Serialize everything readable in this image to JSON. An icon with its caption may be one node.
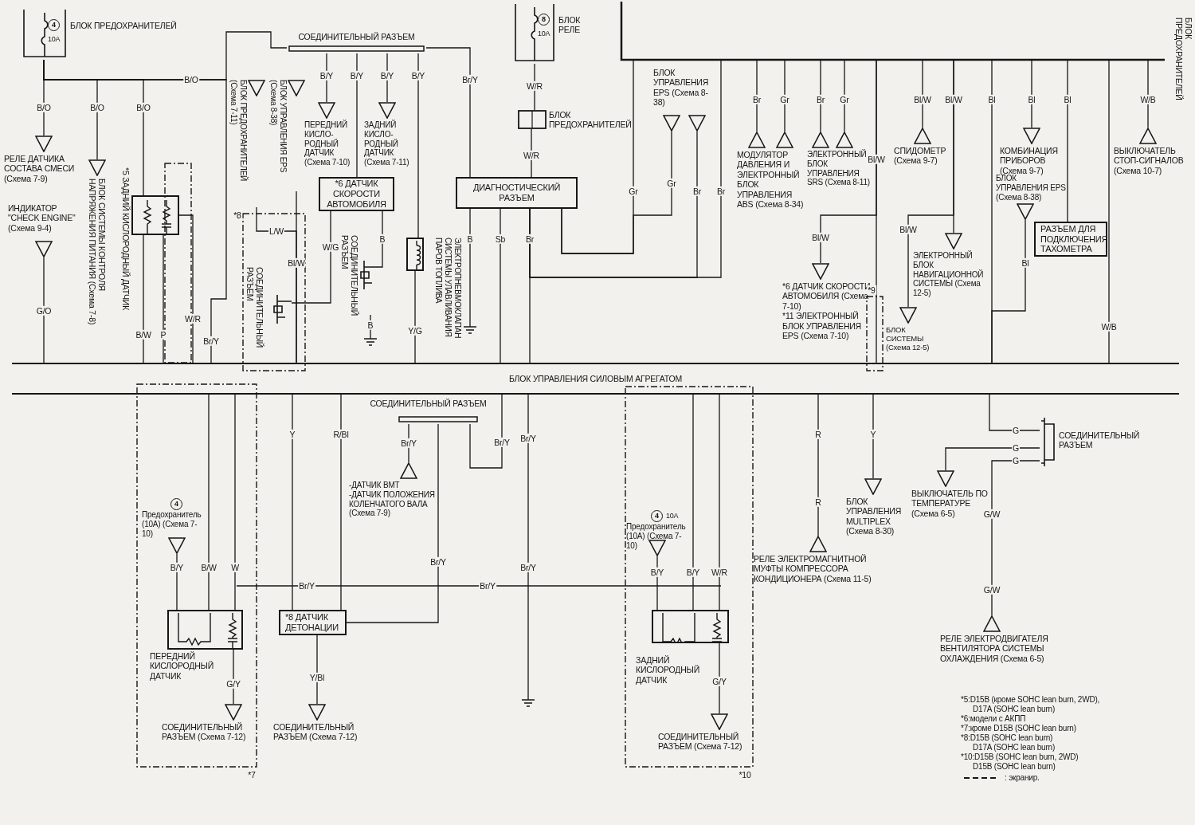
{
  "diagram": {
    "nodes": [
      {
        "text": [
          "БЛОК УПРАВЛЕНИЯ СИЛОВЫМ АГРЕГАТОМ"
        ]
      },
      {
        "text": [
          "4",
          "10A",
          "БЛОК ПРЕДОХРАНИТЕЛЕЙ"
        ]
      },
      {
        "text": [
          "РЕЛЕ ДАТЧИКА СОСТАВА СМЕСИ (Схема 7-9)"
        ]
      },
      {
        "text": [
          "БЛОК СИСТЕМЫ КОНТРОЛЯ НАПРЯЖЕНИЯ ПИТАНИЯ (Схема 7-8)"
        ]
      },
      {
        "text": [],
        "shape": "box",
        "beside": [
          "*5 ЗАДНИЙ КИСЛОРОДНЫЙ ДАТЧИК"
        ]
      },
      {
        "text": [
          "ИНДИКАТОР \"CHECK ENGINE\" (Схема 9-4)"
        ]
      },
      {
        "text": [
          "СОЕДИНИТЕЛЬНЫЙ РАЗЪЕМ"
        ]
      },
      {
        "text": [
          "БЛОК ПРЕДОХРАНИТЕЛЕЙ (Схема 7-11)"
        ]
      },
      {
        "text": [
          "БЛОК УПРАВЛЕНИЯ EPS (Схема 8-38)"
        ]
      },
      {
        "text": [
          "ПЕРЕДНИЙ КИСЛО-РОДНЫЙ ДАТЧИК (Схема 7-10)"
        ]
      },
      {
        "text": [
          "ЗАДНИЙ КИСЛО-РОДНЫЙ ДАТЧИК (Схема 7-11)"
        ]
      },
      {
        "text": [
          "*6 ДАТЧИК СКОРОСТИ АВТОМОБИЛЯ"
        ]
      },
      {
        "text": [
          "СОЕДИНИТЕЛЬНЫЙ РАЗЪЕМ"
        ]
      },
      {
        "text": [
          "СОЕДИНИТЕЛЬНЫЙ РАЗЪЕМ"
        ]
      },
      {
        "text": [],
        "shape": "box",
        "beside": [
          "ЭЛЕКТРОПНЕВМОКЛАПАН СИСТЕМЫ УЛАВЛИВАНИЯ ПАРОВ ТОПЛИВА"
        ]
      },
      {
        "text": [
          "8",
          "10A",
          "БЛОК РЕЛЕ"
        ]
      },
      {
        "text": [
          "БЛОК ПРЕДОХРАНИТЕЛЕЙ"
        ]
      },
      {
        "text": [
          "ДИАГНОСТИЧЕСКИЙ РАЗЪЕМ"
        ]
      },
      {
        "text": [
          "БЛОК УПРАВЛЕНИЯ EPS (Схема 8-38)"
        ]
      },
      {
        "text": [
          "МОДУЛЯТОР ДАВЛЕНИЯ И ЭЛЕКТРОННЫЙ БЛОК УПРАВЛЕНИЯ ABS (Схема 8-34)"
        ]
      },
      {
        "text": [
          "ЭЛЕКТРОННЫЙ БЛОК УПРАВЛЕНИЯ SRS (Схема 8-11)"
        ]
      },
      {
        "text": [
          "*6 ДАТЧИК СКОРОСТИ АВТОМОБИЛЯ (Схема 7-10)",
          "*11 ЭЛЕКТРОННЫЙ БЛОК УПРАВЛЕНИЯ EPS (Схема 7-10)"
        ]
      },
      {
        "text": [
          "СПИДОМЕТР (Схема 9-7)"
        ]
      },
      {
        "text": [
          "ЭЛЕКТРОННЫЙ БЛОК НАВИГАЦИОННОЙ СИСТЕМЫ (Схема 12-5)"
        ]
      },
      {
        "text": [
          "БЛОК СИСТЕМЫ (Схема 12-5)"
        ]
      },
      {
        "text": [
          "КОМБИНАЦИЯ ПРИБОРОВ (Схема 9-7)"
        ]
      },
      {
        "text": [
          "БЛОК УПРАВЛЕНИЯ EPS (Схема 8-38)"
        ]
      },
      {
        "text": [
          "РАЗЪЕМ ДЛЯ ПОДКЛЮЧЕНИЯ ТАХОМЕТРА"
        ]
      },
      {
        "text": [
          "ВЫКЛЮЧАТЕЛЬ СТОП-СИГНАЛОВ (Схема 10-7)"
        ]
      },
      {
        "text": [
          "БЛОК ПРЕДОХРАНИТЕЛЕЙ"
        ]
      },
      {
        "text": [],
        "shape": "box",
        "beside": [
          "ПЕРЕДНИЙ КИСЛОРОДНЫЙ ДАТЧИК"
        ]
      },
      {
        "text": [
          "4",
          "Предохранитель (10A) (Схема 7-10)"
        ]
      },
      {
        "text": [
          "СОЕДИНИТЕЛЬНЫЙ РАЗЪЕМ (Схема 7-12)"
        ]
      },
      {
        "text": [
          "*8 ДАТЧИК ДЕТОНАЦИИ"
        ]
      },
      {
        "text": [
          "СОЕДИНИТЕЛЬНЫЙ РАЗЪЕМ (Схема 7-12)"
        ]
      },
      {
        "text": [
          "СОЕДИНИТЕЛЬНЫЙ РАЗЪЕМ"
        ]
      },
      {
        "text": [
          "-ДАТЧИК ВМТ",
          "-ДАТЧИК ПОЛОЖЕНИЯ КОЛЕНЧАТОГО ВАЛА (Схема 7-9)"
        ]
      },
      {
        "text": [
          "4",
          "10A",
          "Предохранитель (10A) (Схема 7-10)"
        ]
      },
      {
        "text": [],
        "shape": "box",
        "beside": [
          "ЗАДНИЙ КИСЛОРОДНЫЙ ДАТЧИК"
        ]
      },
      {
        "text": [
          "СОЕДИНИТЕЛЬНЫЙ РАЗЪЕМ (Схема 7-12)"
        ]
      },
      {
        "text": [
          "РЕЛЕ ЭЛЕКТРОМАГНИТНОЙ МУФТЫ КОМПРЕССОРА КОНДИЦИОНЕРА (Схема 11-5)"
        ]
      },
      {
        "text": [
          "БЛОК УПРАВЛЕНИЯ MULTIPLEX (Схема 8-30)"
        ]
      },
      {
        "text": [
          "ВЫКЛЮЧАТЕЛЬ ПО ТЕМПЕРАТУРЕ (Схема 6-5)"
        ]
      },
      {
        "text": [
          "СОЕДИНИТЕЛЬНЫЙ РАЗЪЕМ"
        ]
      },
      {
        "text": [
          "РЕЛЕ ЭЛЕКТРОДВИГАТЕЛЯ ВЕНТИЛЯТОРА СИСТЕМЫ ОХЛАЖДЕНИЯ (Схема 6-5)"
        ]
      }
    ],
    "edges": [
      {
        "from": 1,
        "to": 2,
        "arrow": "none",
        "label": "B/O"
      },
      {
        "from": 1,
        "to": 3,
        "arrow": "none",
        "label": "B/O"
      },
      {
        "from": 1,
        "to": 4,
        "arrow": "none",
        "label": "B/O"
      },
      {
        "from": 1,
        "to": 6,
        "arrow": "none",
        "label": "B/O"
      },
      {
        "from": 4,
        "to": 0,
        "arrow": "none",
        "label": "B/W"
      },
      {
        "from": 4,
        "to": 0,
        "arrow": "none",
        "label": "P"
      },
      {
        "from": 4,
        "to": 0,
        "arrow": "none",
        "label": "W/R"
      },
      {
        "from": 1,
        "to": 0,
        "arrow": "none",
        "label": "Br/Y"
      },
      {
        "from": 5,
        "to": 0,
        "arrow": "none",
        "label": "G/O"
      },
      {
        "from": 6,
        "to": 9,
        "arrow": "none",
        "label": "B/Y"
      },
      {
        "from": 6,
        "to": 11,
        "arrow": "none",
        "label": "B/Y"
      },
      {
        "from": 6,
        "to": 10,
        "arrow": "none",
        "label": "B/Y"
      },
      {
        "from": 6,
        "to": 14,
        "arrow": "none",
        "label": "B/Y"
      },
      {
        "from": 6,
        "to": 17,
        "arrow": "none",
        "label": "Br/Y"
      },
      {
        "from": 7,
        "to": 0,
        "arrow": "none",
        "label": "L/W"
      },
      {
        "from": 8,
        "to": 0,
        "arrow": "none",
        "label": "Bl/W"
      },
      {
        "from": 11,
        "to": 12,
        "arrow": "none",
        "label": "W/G"
      },
      {
        "from": 11,
        "to": 13,
        "arrow": "none",
        "label": "B"
      },
      {
        "from": 14,
        "to": 0,
        "arrow": "none",
        "label": "Y/G"
      },
      {
        "from": 15,
        "to": 16,
        "arrow": "none",
        "label": "W/R"
      },
      {
        "from": 16,
        "to": 17,
        "arrow": "none",
        "label": "W/R"
      },
      {
        "from": 17,
        "to": 0,
        "arrow": "none",
        "label": "Sb"
      },
      {
        "from": 17,
        "to": 0,
        "arrow": "none",
        "label": "Br"
      },
      {
        "from": 17,
        "to": 18,
        "arrow": "none",
        "label": "Gr"
      },
      {
        "from": 18,
        "to": 17,
        "arrow": "none",
        "label": "Br"
      },
      {
        "from": 29,
        "to": 17,
        "arrow": "none",
        "label": "Gr"
      },
      {
        "from": 29,
        "to": 17,
        "arrow": "none",
        "label": "Br"
      },
      {
        "from": 29,
        "to": 19,
        "arrow": "none",
        "label": "Br"
      },
      {
        "from": 29,
        "to": 19,
        "arrow": "none",
        "label": "Gr"
      },
      {
        "from": 29,
        "to": 20,
        "arrow": "none",
        "label": "Br"
      },
      {
        "from": 29,
        "to": 20,
        "arrow": "none",
        "label": "Gr"
      },
      {
        "from": 29,
        "to": 21,
        "arrow": "none",
        "label": "Bl/W"
      },
      {
        "from": 29,
        "to": 0,
        "arrow": "none",
        "label": "Bl/W"
      },
      {
        "from": 29,
        "to": 22,
        "arrow": "none",
        "label": "Bl/W"
      },
      {
        "from": 29,
        "to": 23,
        "arrow": "none",
        "label": "Bl/W"
      },
      {
        "from": 29,
        "to": 24,
        "arrow": "none",
        "label": "Bl/W"
      },
      {
        "from": 29,
        "to": 0,
        "arrow": "none",
        "label": "Bl"
      },
      {
        "from": 26,
        "to": 0,
        "arrow": "none",
        "label": "Bl"
      },
      {
        "from": 29,
        "to": 25,
        "arrow": "none",
        "label": "Bl"
      },
      {
        "from": 29,
        "to": 27,
        "arrow": "none",
        "label": "Bl"
      },
      {
        "from": 29,
        "to": 0,
        "arrow": "none",
        "label": "W/B"
      },
      {
        "from": 29,
        "to": 28,
        "arrow": "none",
        "label": "W/B"
      },
      {
        "from": 31,
        "to": 30,
        "arrow": "none",
        "label": "B/Y"
      },
      {
        "from": 30,
        "to": 0,
        "arrow": "none",
        "label": "B/W"
      },
      {
        "from": 30,
        "to": 0,
        "arrow": "none",
        "label": "W"
      },
      {
        "from": 30,
        "to": 32,
        "arrow": "none",
        "label": "G/Y"
      },
      {
        "from": 33,
        "to": 0,
        "arrow": "none",
        "label": "Y"
      },
      {
        "from": 33,
        "to": 0,
        "arrow": "none",
        "label": "R/Bl"
      },
      {
        "from": 33,
        "to": 34,
        "arrow": "none",
        "label": "Y/Bl"
      },
      {
        "from": 36,
        "to": 35,
        "arrow": "none",
        "label": "Br/Y"
      },
      {
        "from": 35,
        "to": 0,
        "arrow": "none",
        "label": "Br/Y"
      },
      {
        "from": 35,
        "to": 33,
        "arrow": "none",
        "label": "Br/Y"
      },
      {
        "from": 37,
        "to": 38,
        "arrow": "none",
        "label": "B/Y"
      },
      {
        "from": 38,
        "to": 0,
        "arrow": "none",
        "label": "B/Y"
      },
      {
        "from": 38,
        "to": 0,
        "arrow": "none",
        "label": "W/R"
      },
      {
        "from": 38,
        "to": 39,
        "arrow": "none",
        "label": "G/Y"
      },
      {
        "from": 0,
        "to": 40,
        "arrow": "none",
        "label": "R"
      },
      {
        "from": 0,
        "to": 41,
        "arrow": "none",
        "label": "Y"
      },
      {
        "from": 0,
        "to": 43,
        "arrow": "none",
        "label": "G"
      },
      {
        "from": 43,
        "to": 42,
        "arrow": "none",
        "label": "G"
      },
      {
        "from": 43,
        "to": 44,
        "arrow": "none",
        "label": "G"
      }
    ],
    "labels": [
      "B",
      "B",
      "Br/Y",
      "Br/Y",
      "Br/Y",
      "Br/Y",
      "R",
      "G/W",
      "G/W",
      "*8",
      "*7",
      "*9",
      "*10",
      "*5:D15B (кроме SOHC lean burn, 2WD),",
      "D17A (SOHC lean burn)",
      "*6:модели с АКПП",
      "*7:кроме D15B (SOHC lean burn)",
      "*8:D15B (SOHC lean burn)",
      "D17A (SOHC lean burn)",
      "*10:D15B (SOHC lean burn, 2WD)",
      "D15B (SOHC lean burn)"
    ],
    "legend": [
      {
        "text": ": экранир."
      }
    ]
  }
}
